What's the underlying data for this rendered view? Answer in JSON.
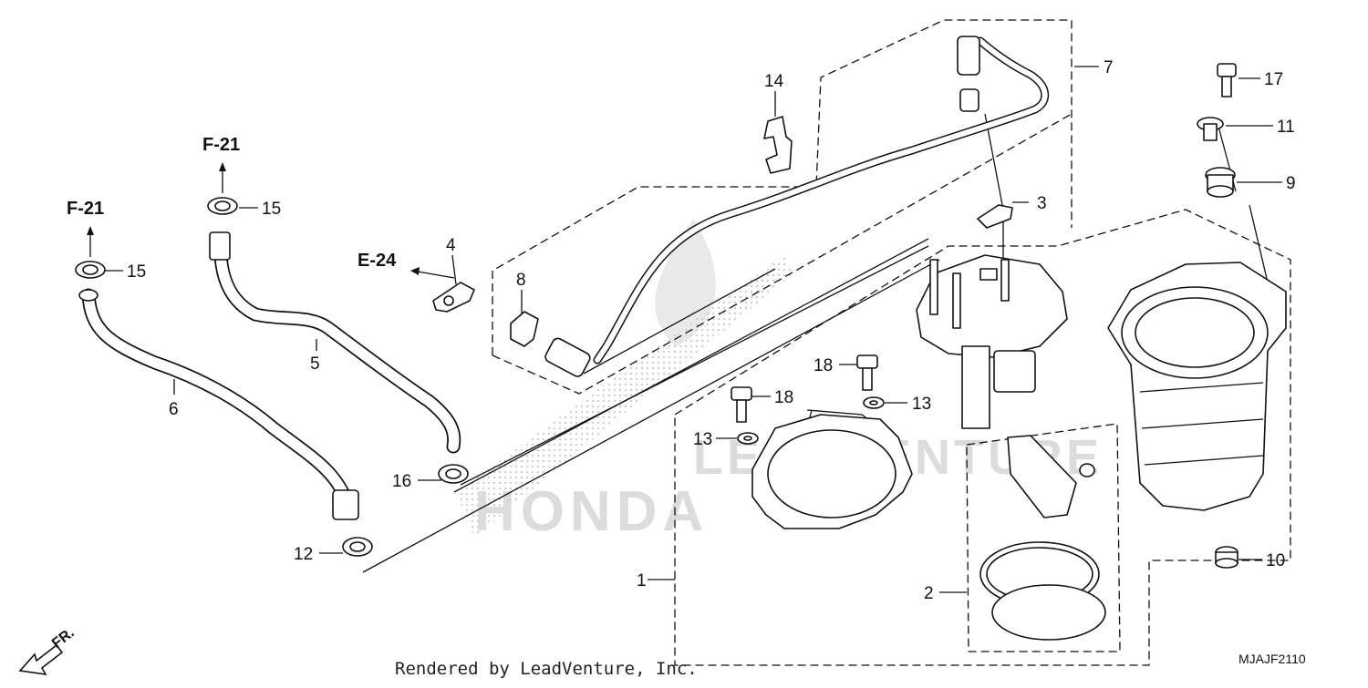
{
  "diagram": {
    "callouts": {
      "c1": "1",
      "c2": "2",
      "c3": "3",
      "c4": "4",
      "c5": "5",
      "c6": "6",
      "c7": "7",
      "c8": "8",
      "c9": "9",
      "c10": "10",
      "c11": "11",
      "c12": "12",
      "c13a": "13",
      "c13b": "13",
      "c14": "14",
      "c15a": "15",
      "c15b": "15",
      "c16": "16",
      "c17": "17",
      "c18a": "18",
      "c18b": "18"
    },
    "references": {
      "f21_left": "F-21",
      "f21_top": "F-21",
      "e24": "E-24"
    },
    "front_marker": "FR.",
    "credit": "Rendered by LeadVenture, Inc.",
    "diagram_code": "MJAJF2110",
    "watermark": {
      "line1": "LEADVENTURE",
      "line2": "HONDA"
    }
  }
}
